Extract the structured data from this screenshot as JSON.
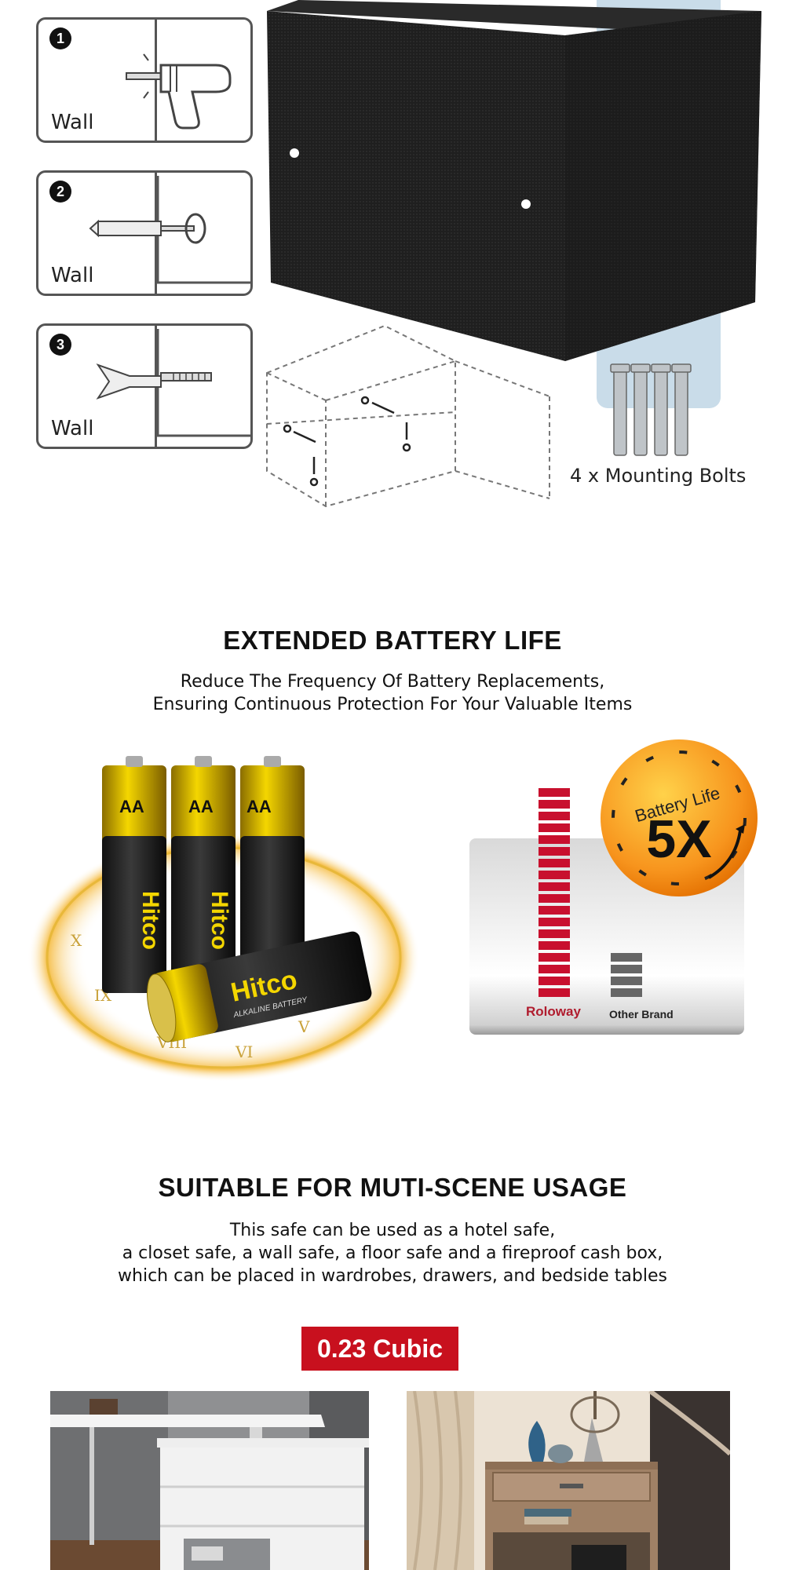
{
  "install": {
    "steps": [
      {
        "number": "1",
        "label": "Wall"
      },
      {
        "number": "2",
        "label": "Wall"
      },
      {
        "number": "3",
        "label": "Wall"
      }
    ],
    "bolts_label": "4 x Mounting Bolts"
  },
  "battery": {
    "title": "EXTENDED BATTERY LIFE",
    "subtitle_line1": "Reduce The Frequency Of Battery Replacements,",
    "subtitle_line2": "Ensuring Continuous Protection For Your Valuable Items",
    "brand_on_battery": "Hitco",
    "battery_size": "AA",
    "battery_type": "ALKALINE BATTERY",
    "badge_line1": "Battery Life",
    "badge_line2": "5X",
    "chart_data": {
      "type": "bar",
      "categories": [
        "Roloway",
        "Other Brand"
      ],
      "values": [
        5,
        1
      ]
    },
    "colors": {
      "roloway": "#c8102e",
      "other": "#666666",
      "badge": "#f7941d"
    }
  },
  "scene": {
    "title": "SUITABLE FOR MUTI-SCENE USAGE",
    "line1": "This safe can be used as a hotel safe,",
    "line2": "a closet safe, a wall safe, a floor safe and a fireproof cash box,",
    "line3": "which can be placed in wardrobes, drawers, and bedside tables",
    "badge": "0.23 Cubic"
  }
}
